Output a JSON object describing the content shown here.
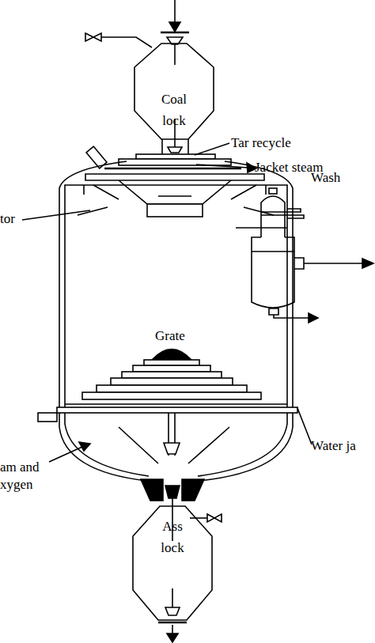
{
  "diagram": {
    "nodes": [
      {
        "text": [
          "Coal lock"
        ]
      },
      {
        "text": [
          "Ass lock"
        ]
      }
    ],
    "labels": [
      "Tar recycle",
      "Jacket steam",
      "Wash",
      "tor",
      "Grate",
      "Water ja",
      "am and xygen"
    ]
  }
}
